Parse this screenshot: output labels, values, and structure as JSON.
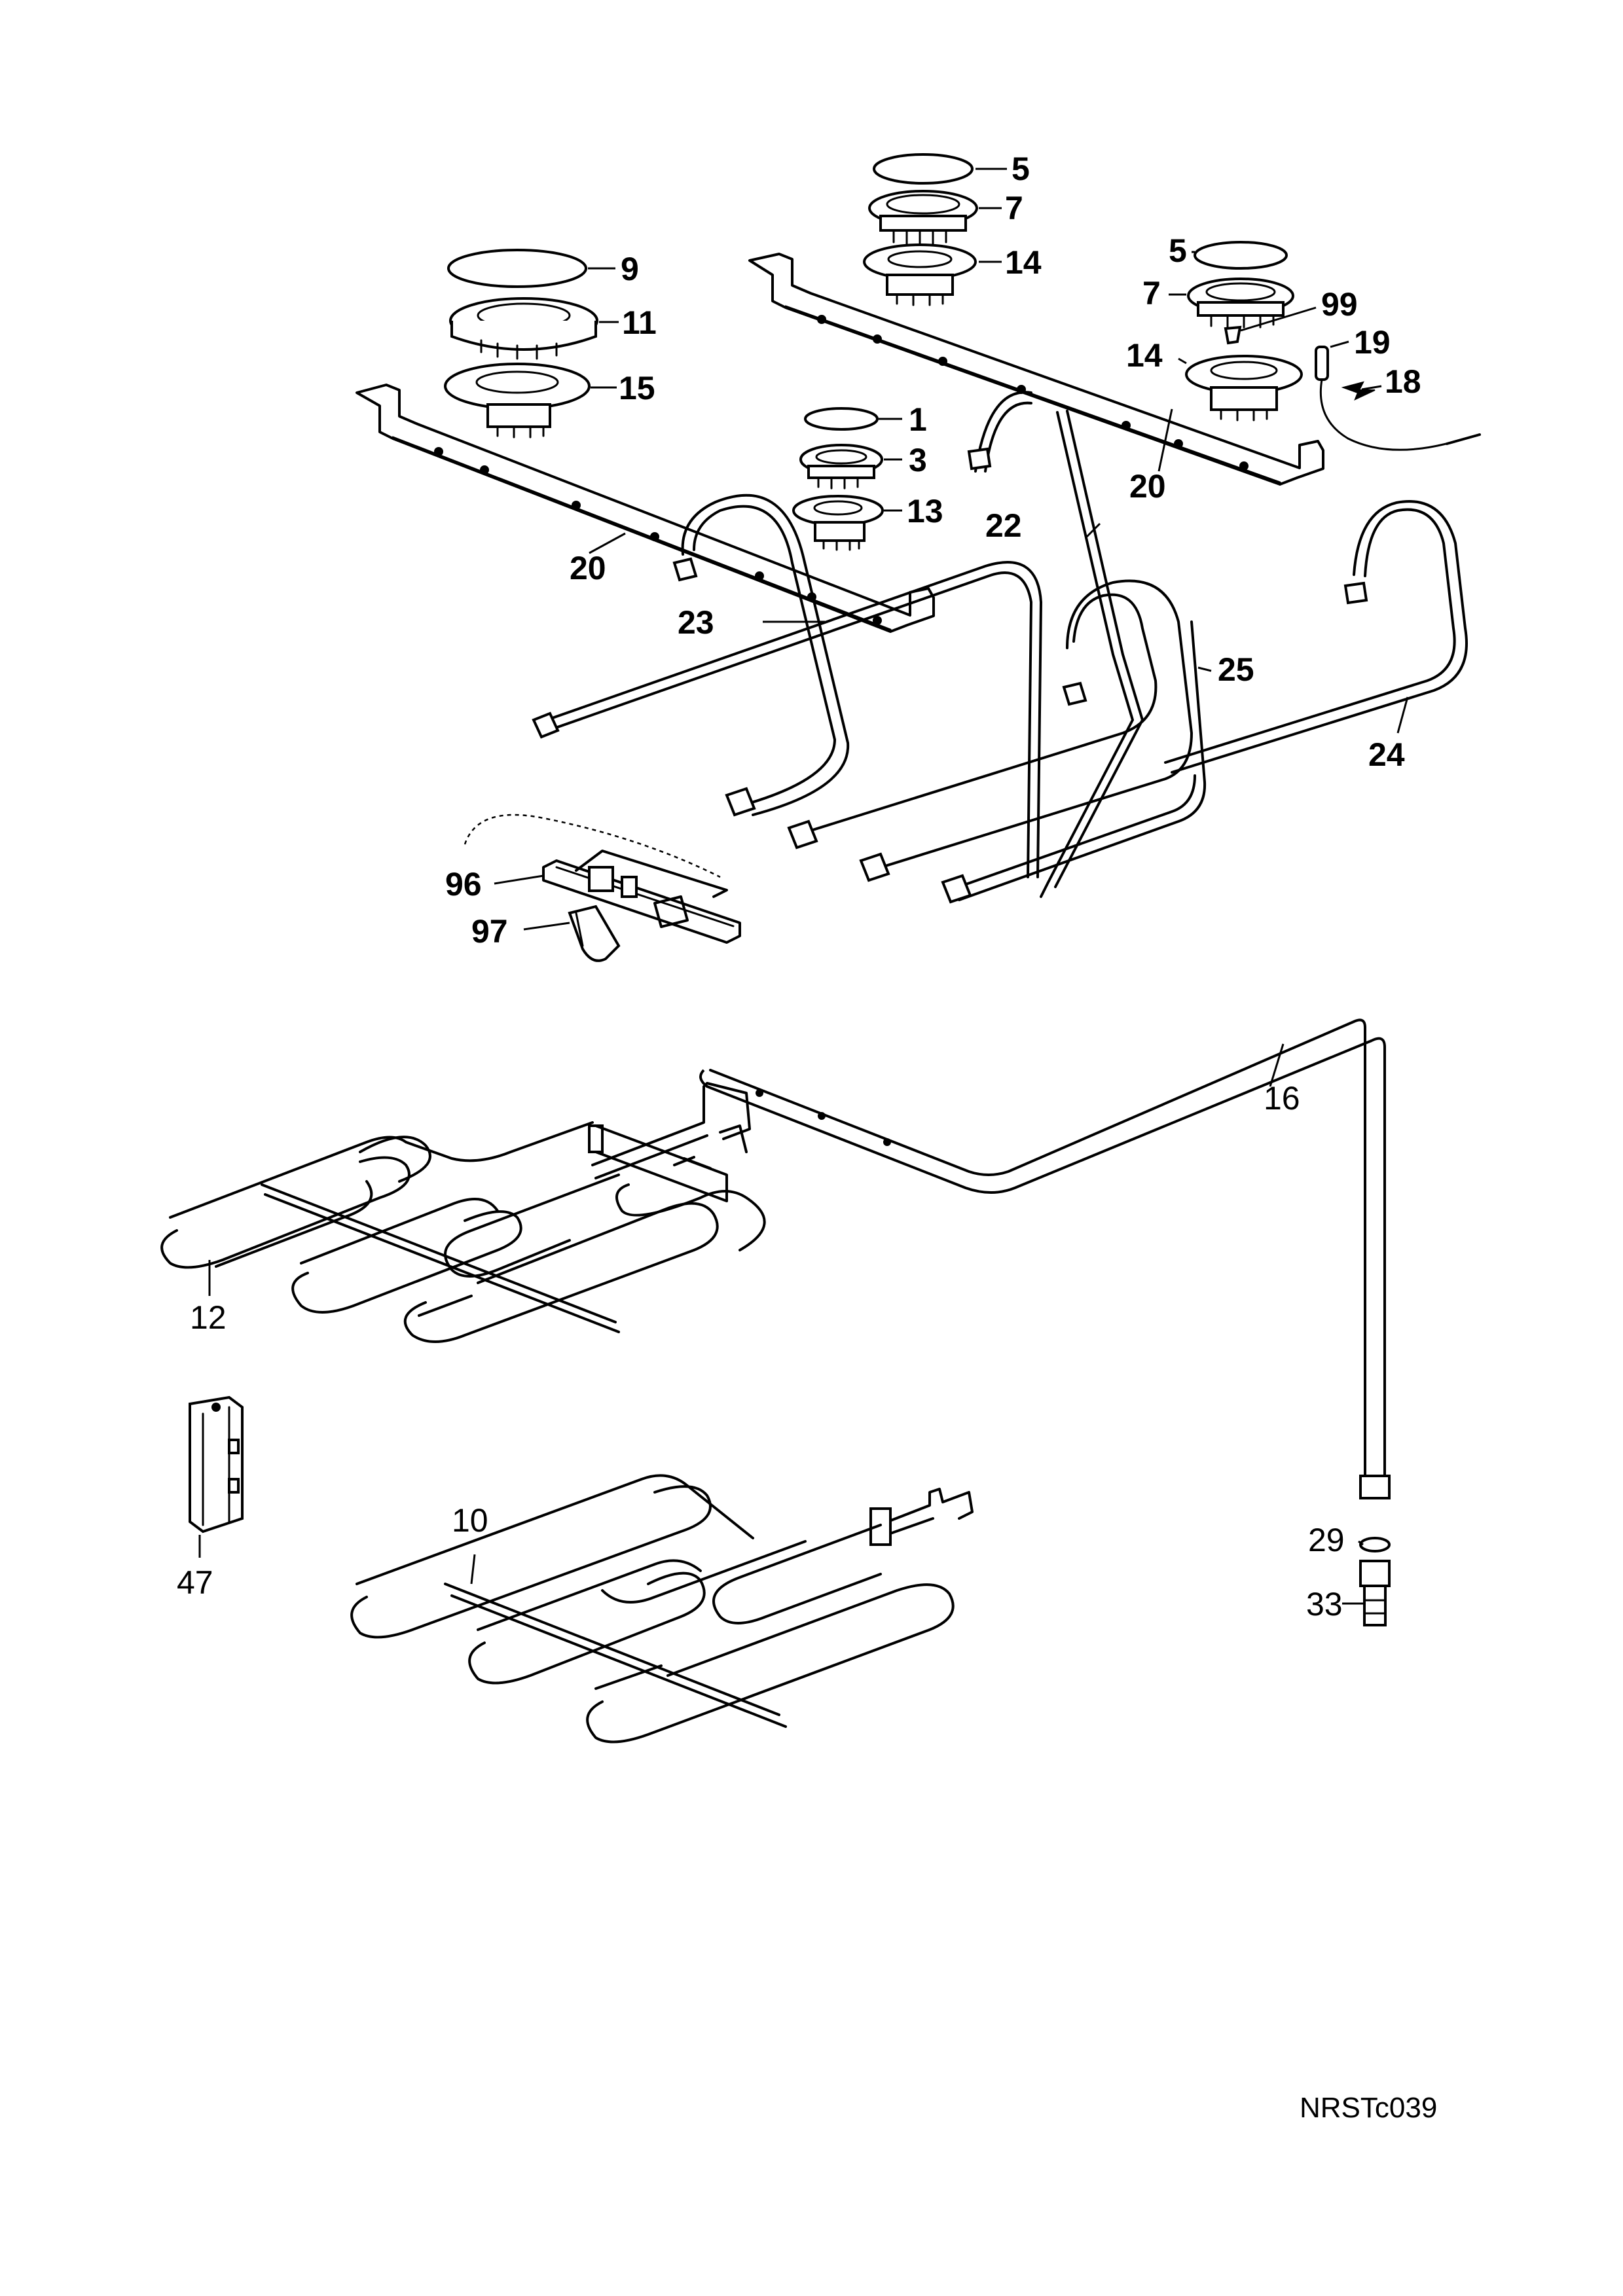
{
  "callouts": {
    "c1": "1",
    "c3": "3",
    "c5a": "5",
    "c5b": "5",
    "c7a": "7",
    "c7b": "7",
    "c9": "9",
    "c10": "10",
    "c11": "11",
    "c12": "12",
    "c13": "13",
    "c14a": "14",
    "c14b": "14",
    "c15": "15",
    "c16": "16",
    "c18": "18",
    "c19": "19",
    "c20a": "20",
    "c20b": "20",
    "c22": "22",
    "c23": "23",
    "c24": "24",
    "c25": "25",
    "c29": "29",
    "c33": "33",
    "c47": "47",
    "c96": "96",
    "c97": "97",
    "c99": "99"
  },
  "drawing_id": "NRSTc039"
}
